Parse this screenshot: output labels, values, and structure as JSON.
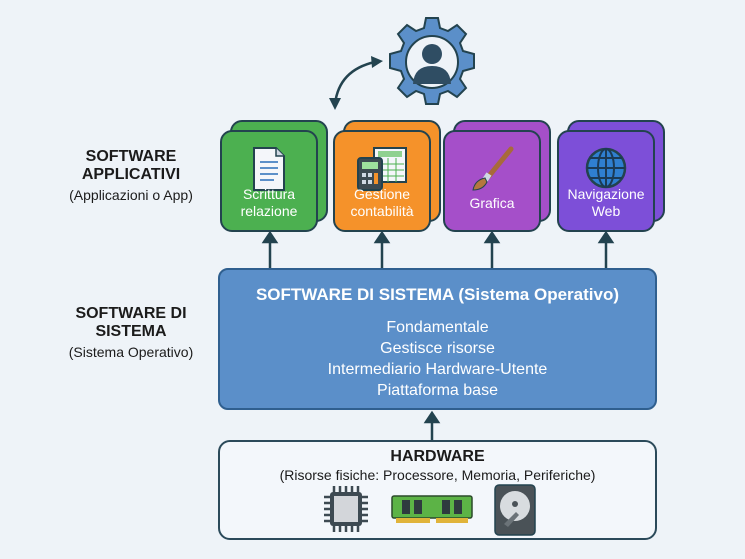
{
  "left_labels": {
    "applicativi": {
      "title_line1": "SOFTWARE",
      "title_line2": "APPLICATIVI",
      "subtitle": "(Applicazioni o App)"
    },
    "sistema": {
      "title_line1": "SOFTWARE DI",
      "title_line2": "SISTEMA",
      "subtitle": "(Sistema Operativo)"
    }
  },
  "apps": [
    {
      "line1": "Scrittura",
      "line2": "relazione",
      "icon": "document-icon",
      "color": "#4cb050"
    },
    {
      "line1": "Gestione",
      "line2": "contabilità",
      "icon": "calculator-spreadsheet-icon",
      "color": "#f5922a"
    },
    {
      "line1": "Grafica",
      "line2": "",
      "icon": "paintbrush-icon",
      "color": "#a54fc9"
    },
    {
      "line1": "Navigazione",
      "line2": "Web",
      "icon": "globe-icon",
      "color": "#7d4fd8"
    }
  ],
  "system": {
    "title": "SOFTWARE DI SISTEMA (Sistema Operativo)",
    "lines": [
      "Fondamentale",
      "Gestisce risorse",
      "Intermediario Hardware-Utente",
      "Piattaforma base"
    ]
  },
  "hardware": {
    "title": "HARDWARE",
    "subtitle": "(Risorse fisiche: Processore, Memoria, Periferiche)",
    "icons": [
      "cpu-icon",
      "ram-icon",
      "hard-disk-icon"
    ]
  }
}
